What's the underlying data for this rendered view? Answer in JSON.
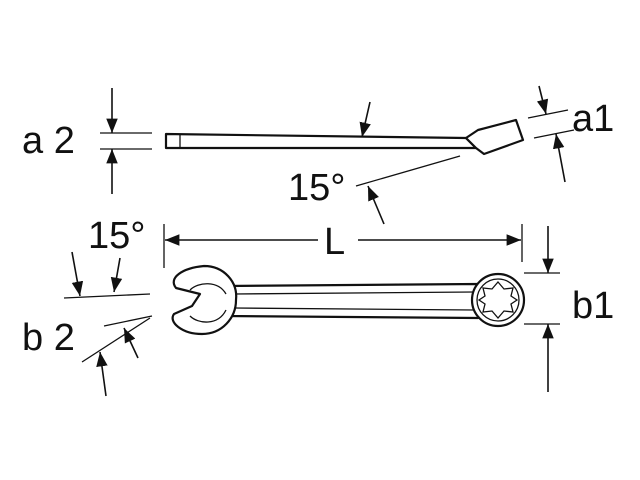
{
  "labels": {
    "a2": "a 2",
    "a1": "a1",
    "angle_side": "15°",
    "angle_top": "15°",
    "length": "L",
    "b2": "b 2",
    "b1": "b1"
  }
}
